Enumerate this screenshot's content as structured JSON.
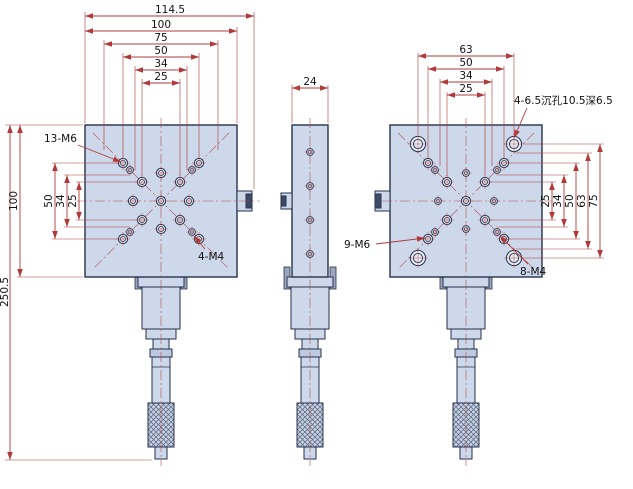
{
  "dims": {
    "front_top": [
      "114.5",
      "100",
      "75",
      "50",
      "34",
      "25"
    ],
    "front_left": [
      "100",
      "50",
      "34",
      "25"
    ],
    "overall_height": "250.5",
    "side_width": "24",
    "back_top": [
      "63",
      "50",
      "34",
      "25"
    ],
    "back_right": [
      "25",
      "34",
      "50",
      "63",
      "75"
    ]
  },
  "labels": {
    "front_m6": "13-M6",
    "front_m4": "4-M4",
    "back_m6": "9-M6",
    "back_m4": "8-M4",
    "back_cbore": "4-6.5沉孔10.5深6.5"
  },
  "colors": {
    "plate_fill": "#cdd8ea",
    "outline": "#26324e",
    "dimension": "#b03a3a"
  }
}
